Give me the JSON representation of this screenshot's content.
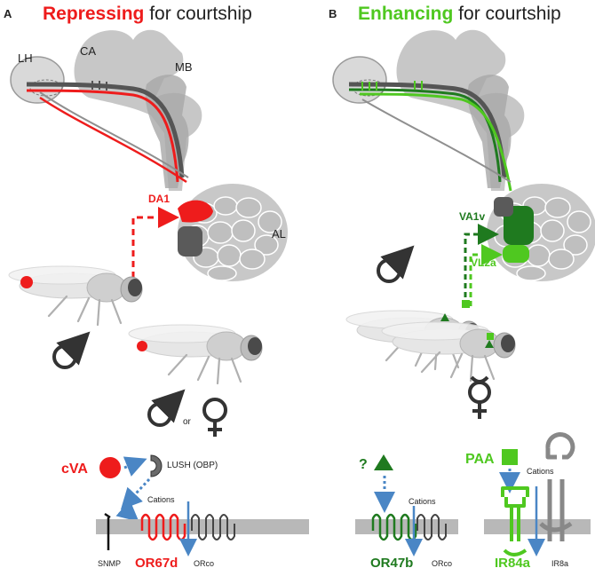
{
  "panel_a": {
    "letter": "A",
    "title_highlight": "Repressing",
    "title_rest": " for courtship",
    "regions": {
      "lh": "LH",
      "ca": "CA",
      "mb": "MB",
      "al": "AL"
    },
    "glomerulus": "DA1",
    "sexes_or": "or",
    "ligand": "cVA",
    "obp": "LUSH (OBP)",
    "cations": "Cations",
    "snmp": "SNMP",
    "receptor": "OR67d",
    "coreceptor": "ORco"
  },
  "panel_b": {
    "letter": "B",
    "title_highlight": "Enhancing",
    "title_rest": " for courtship",
    "glomerulus_1": "VA1v",
    "glomerulus_2": "VL2a",
    "unknown_ligand": "?",
    "ligand": "PAA",
    "cations_1": "Cations",
    "cations_2": "Cations",
    "receptor_1": "OR47b",
    "coreceptor_1": "ORco",
    "receptor_2": "IR84a",
    "coreceptor_2": "IR8a"
  },
  "colors": {
    "repress": "#ee1c1c",
    "enhance": "#4fc820",
    "dark_green": "#1f7a1f",
    "neuron_gray": "#9a9a9a",
    "brain_gray": "#bdbdbd",
    "arrow_blue": "#4a86c5",
    "membrane": "#b8b8b8",
    "text": "#222222"
  }
}
